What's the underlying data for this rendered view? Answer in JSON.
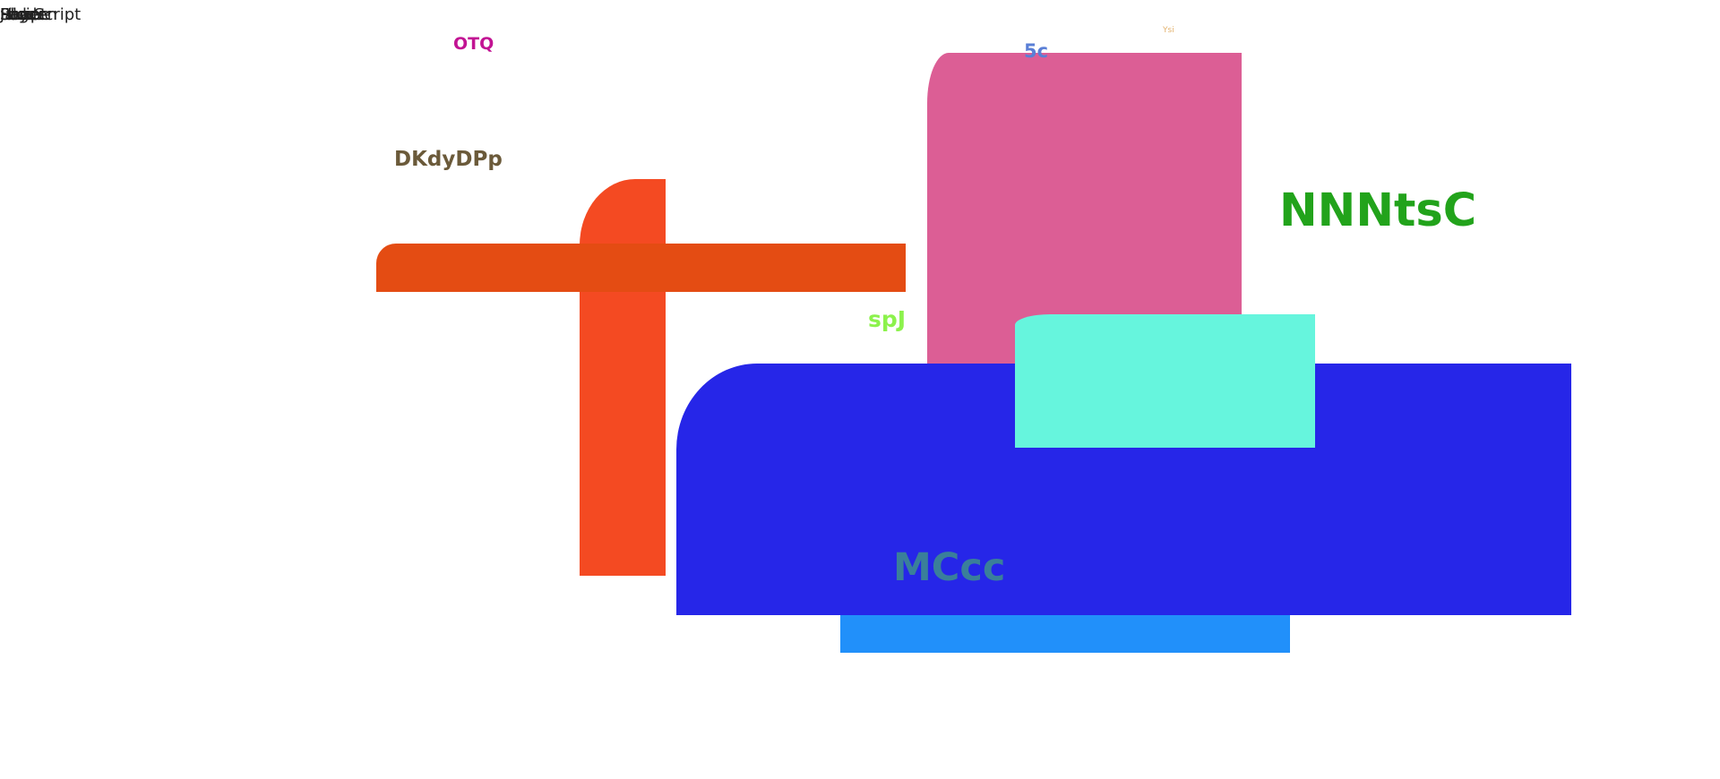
{
  "overlap_texts": [
    "Hidden",
    "Layer",
    "Shape",
    "Script",
    "File",
    "Page",
    "JavaScript"
  ],
  "labels": {
    "otq": "OTQ",
    "dkdydpp": "DKdyDPp",
    "spj": "spJ",
    "five_c": "5c",
    "ysi": "Ysi",
    "nnntsc": "NNNtsC",
    "mccc": "MCcc"
  },
  "colors": {
    "pink": "#dc5e95",
    "orange_red": "#f44a22",
    "dark_orange": "#e44c13",
    "blue": "#2626e8",
    "cyan": "#66f5dd",
    "sky": "#2190fa",
    "otq": "#c21393",
    "dkdydpp": "#6b5a3a",
    "spj": "#8cf24c",
    "five_c": "#5a7fd6",
    "ysi": "#e3b26e",
    "nnntsc": "#22a31b",
    "mccc": "#3a7f9a"
  }
}
